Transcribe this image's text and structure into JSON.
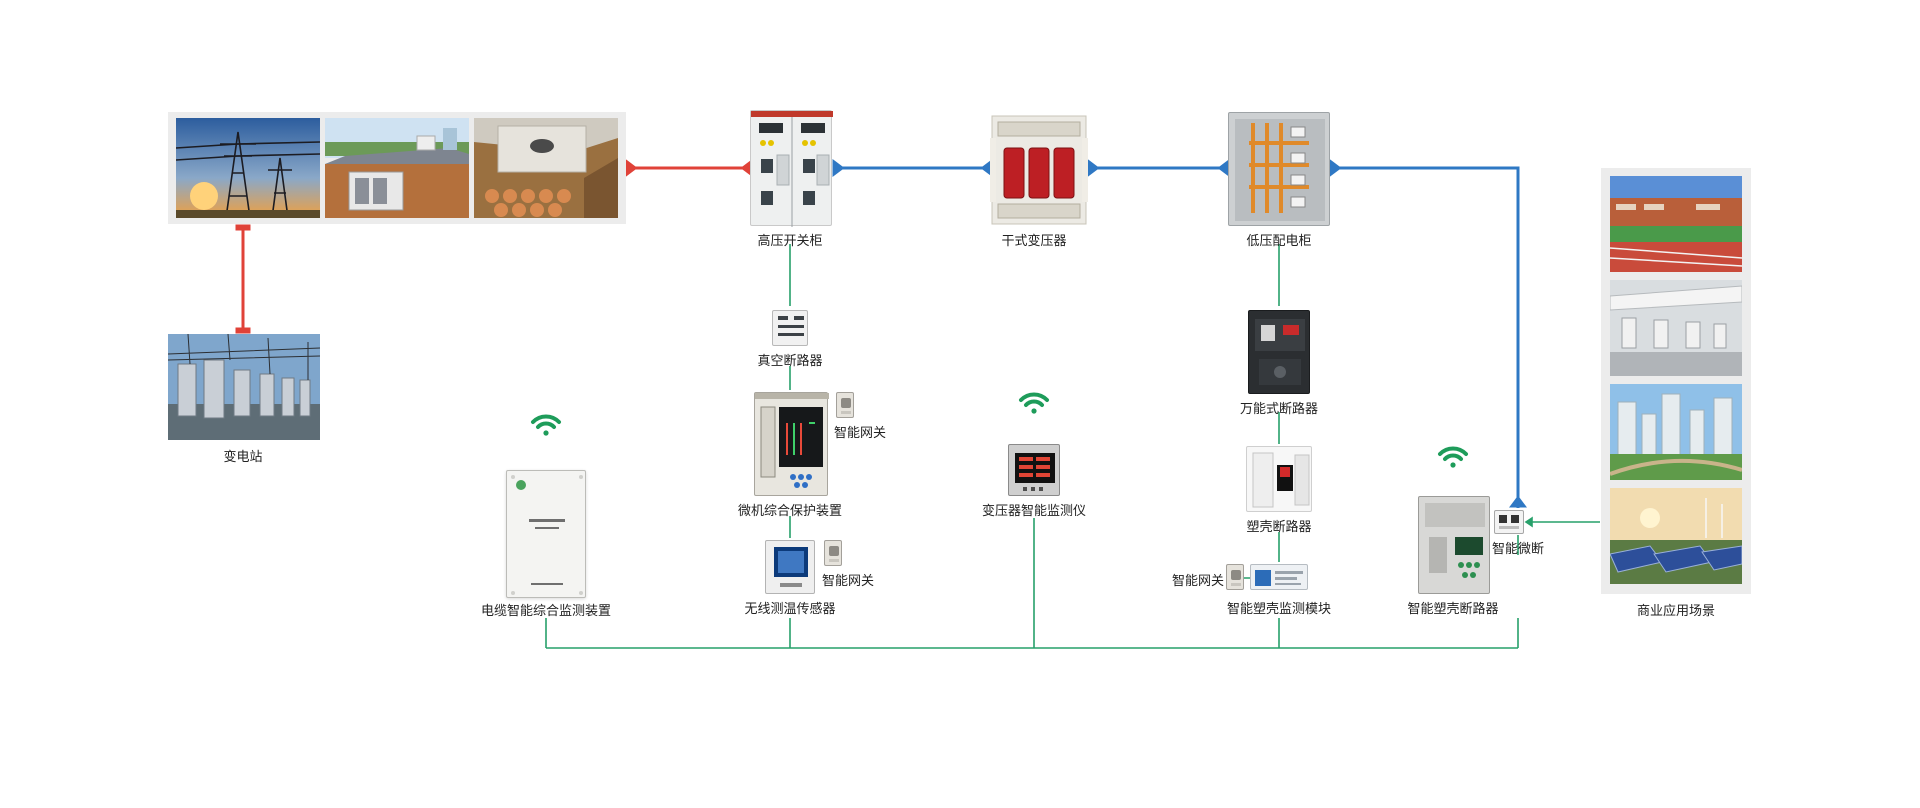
{
  "colors": {
    "red_link": "#e04238",
    "blue_link": "#2f78c4",
    "green_link": "#27a06a",
    "wifi": "#1e9c5a",
    "panel_bg": "#ececec"
  },
  "icons": {
    "wifi": "wifi-icon",
    "link_end": "line-end-marker"
  },
  "labels": {
    "substation": "变电站",
    "hv_switchgear": "高压开关柜",
    "dry_transformer": "干式变压器",
    "lv_cabinet": "低压配电柜",
    "vacuum_breaker": "真空断路器",
    "microcomputer_protection": "微机综合保护装置",
    "smart_gateway_1": "智能网关",
    "wireless_temp_sensor": "无线测温传感器",
    "smart_gateway_2": "智能网关",
    "cable_monitor": "电缆智能综合监测装置",
    "transformer_monitor": "变压器智能监测仪",
    "universal_breaker": "万能式断路器",
    "molded_case_breaker": "塑壳断路器",
    "smart_gateway_3": "智能网关",
    "smart_mccb_module": "智能塑壳监测模块",
    "smart_mccb": "智能塑壳断路器",
    "smart_mcb": "智能微断",
    "commercial_scenarios": "商业应用场景"
  }
}
